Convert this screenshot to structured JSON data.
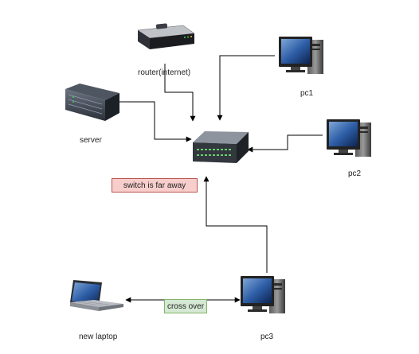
{
  "nodes": {
    "router": {
      "label": "router(internet)",
      "icon": "router-icon"
    },
    "server": {
      "label": "server",
      "icon": "server-icon"
    },
    "switch": {
      "label": "",
      "icon": "network-switch-icon"
    },
    "pc1": {
      "label": "pc1",
      "icon": "desktop-pc-icon"
    },
    "pc2": {
      "label": "pc2",
      "icon": "desktop-pc-icon"
    },
    "pc3": {
      "label": "pc3",
      "icon": "desktop-pc-icon"
    },
    "laptop": {
      "label": "new laptop",
      "icon": "laptop-icon"
    }
  },
  "notes": {
    "switch_note": "switch is far away",
    "crossover_note": "cross over"
  },
  "colors": {
    "line": "#000000",
    "note_red_fill": "#f8cecc",
    "note_red_border": "#b85450",
    "note_green_fill": "#d5e8d4",
    "note_green_border": "#82b366"
  }
}
